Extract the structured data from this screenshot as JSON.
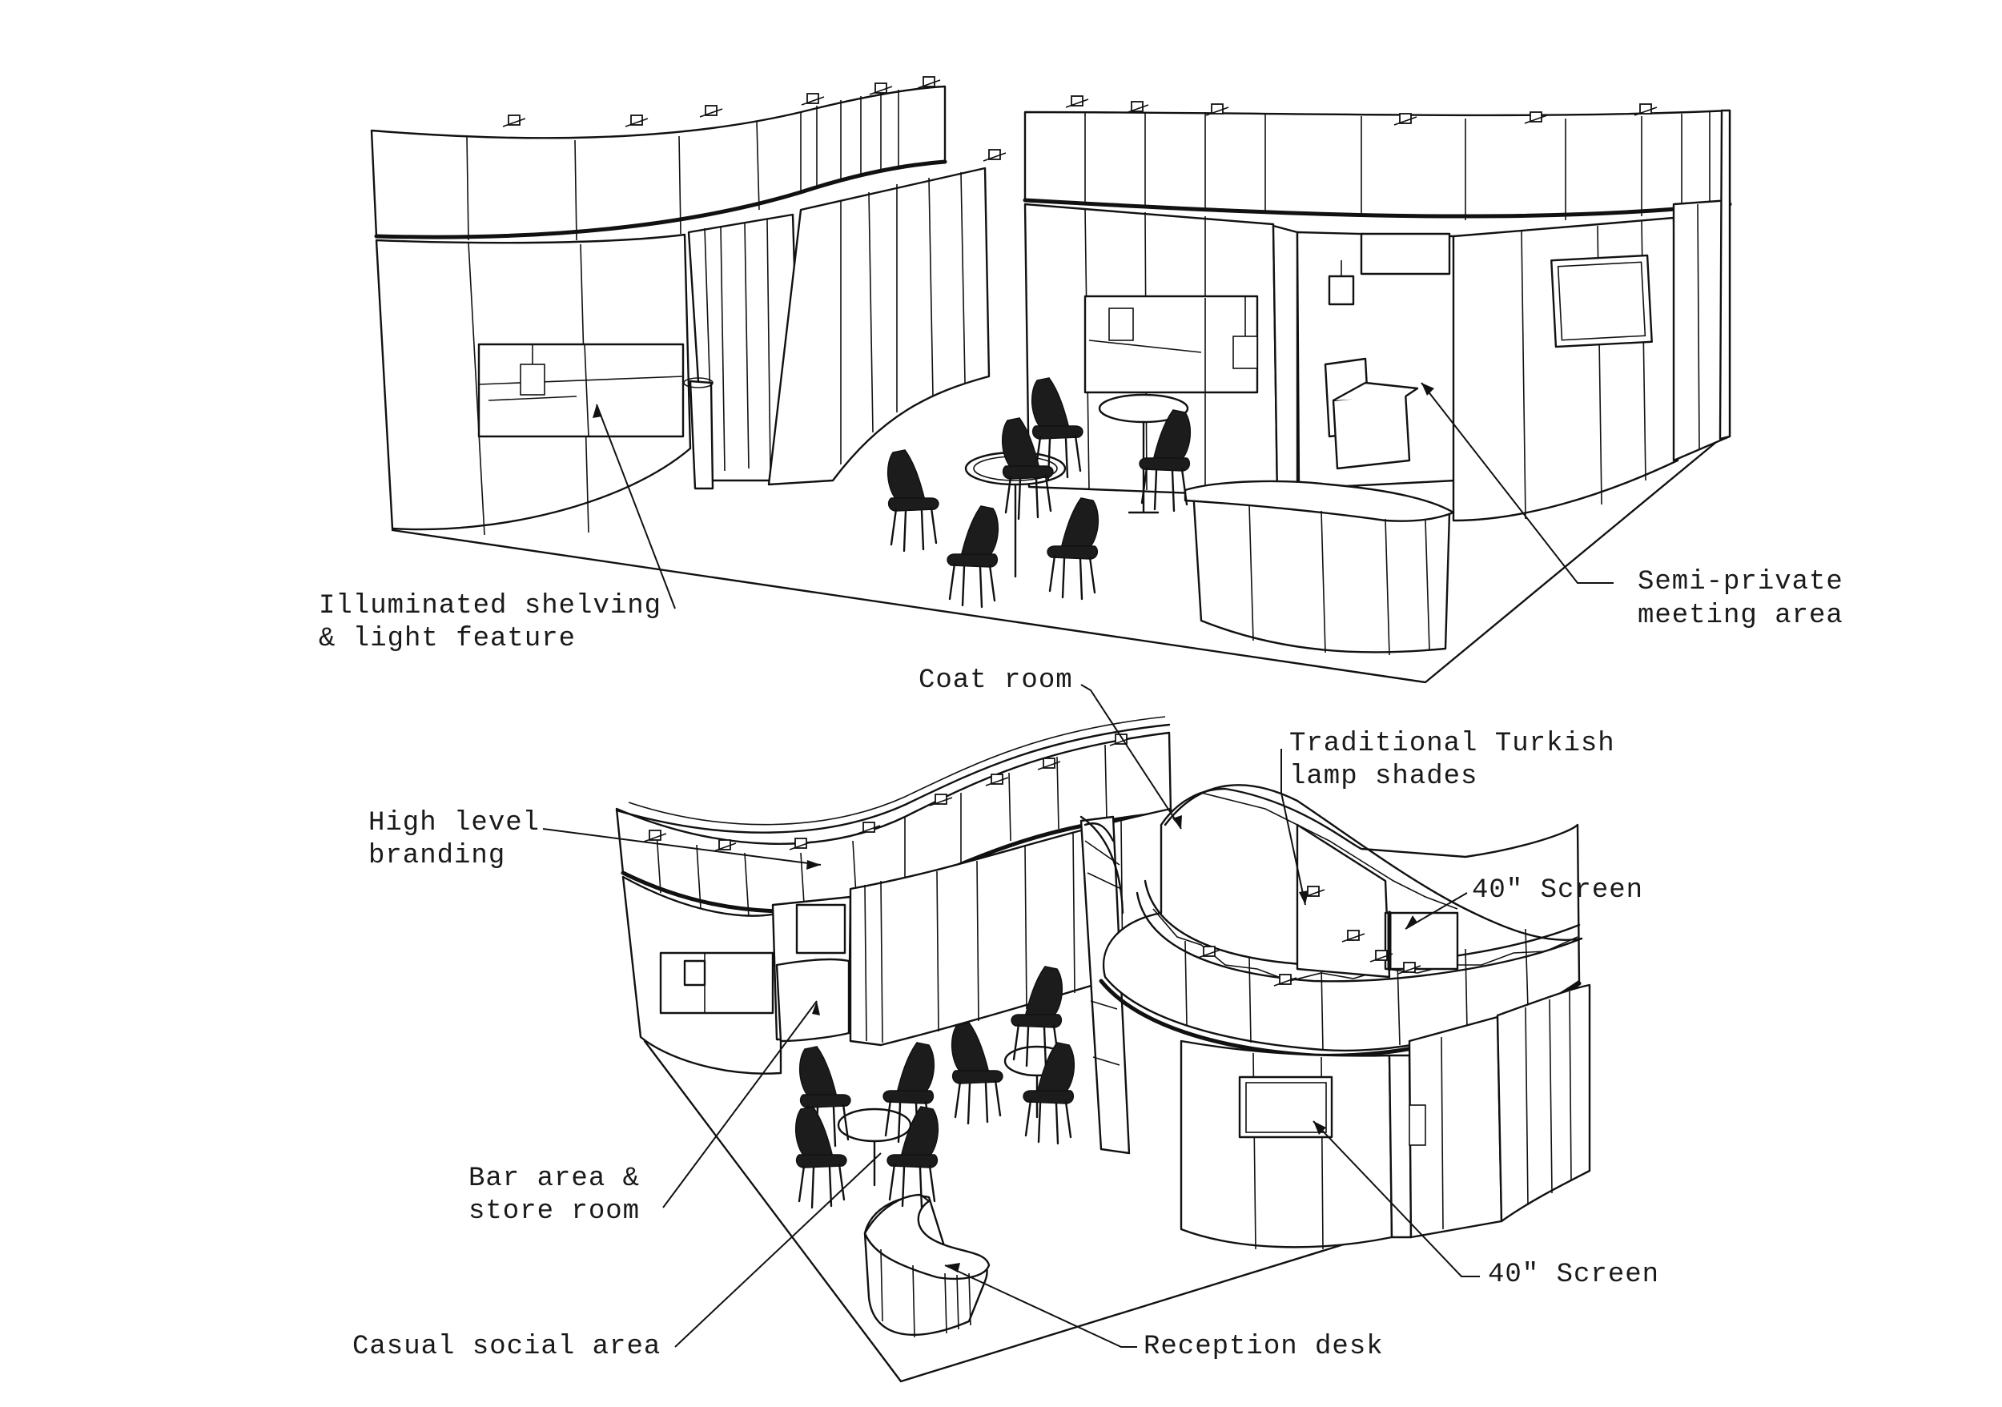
{
  "labels": {
    "illuminated_shelving": [
      "Illuminated shelving",
      "& light feature"
    ],
    "semi_private": [
      "Semi-private",
      "meeting area"
    ],
    "coat_room": "Coat room",
    "turkish_lamps": [
      "Traditional Turkish",
      "lamp shades"
    ],
    "high_level_branding": [
      "High level",
      "branding"
    ],
    "screen_upper": "40″ Screen",
    "bar_area": [
      "Bar area &",
      "store room"
    ],
    "screen_lower": "40″ Screen",
    "casual_social": "Casual social area",
    "reception_desk": "Reception desk"
  },
  "colors": {
    "ink": "#111111",
    "paper": "#ffffff",
    "chair_fill": "#1c1c1c"
  }
}
